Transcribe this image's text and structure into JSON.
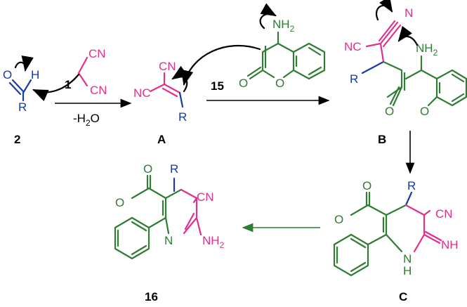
{
  "colors": {
    "scaffold": "#2e7d32",
    "nitrile": "#e0308c",
    "substituent": "#1a3aa8",
    "arrow": "#000000"
  },
  "compounds": {
    "aldehyde": "2",
    "malononitrile": "1",
    "intermediate_a": "A",
    "aminocoumarin": "15",
    "intermediate_b": "B",
    "intermediate_c": "C",
    "product": "16"
  },
  "conditions": {
    "step1_loss": "-H",
    "step1_loss_sub": "2",
    "step1_loss_tail": "O"
  },
  "atoms": {
    "O": "O",
    "H": "H",
    "R": "R",
    "CN": "CN",
    "NC": "NC",
    "N": "N",
    "NH": "NH",
    "NH2_main": "NH",
    "NH2_sub": "2",
    "H_small": "H"
  }
}
